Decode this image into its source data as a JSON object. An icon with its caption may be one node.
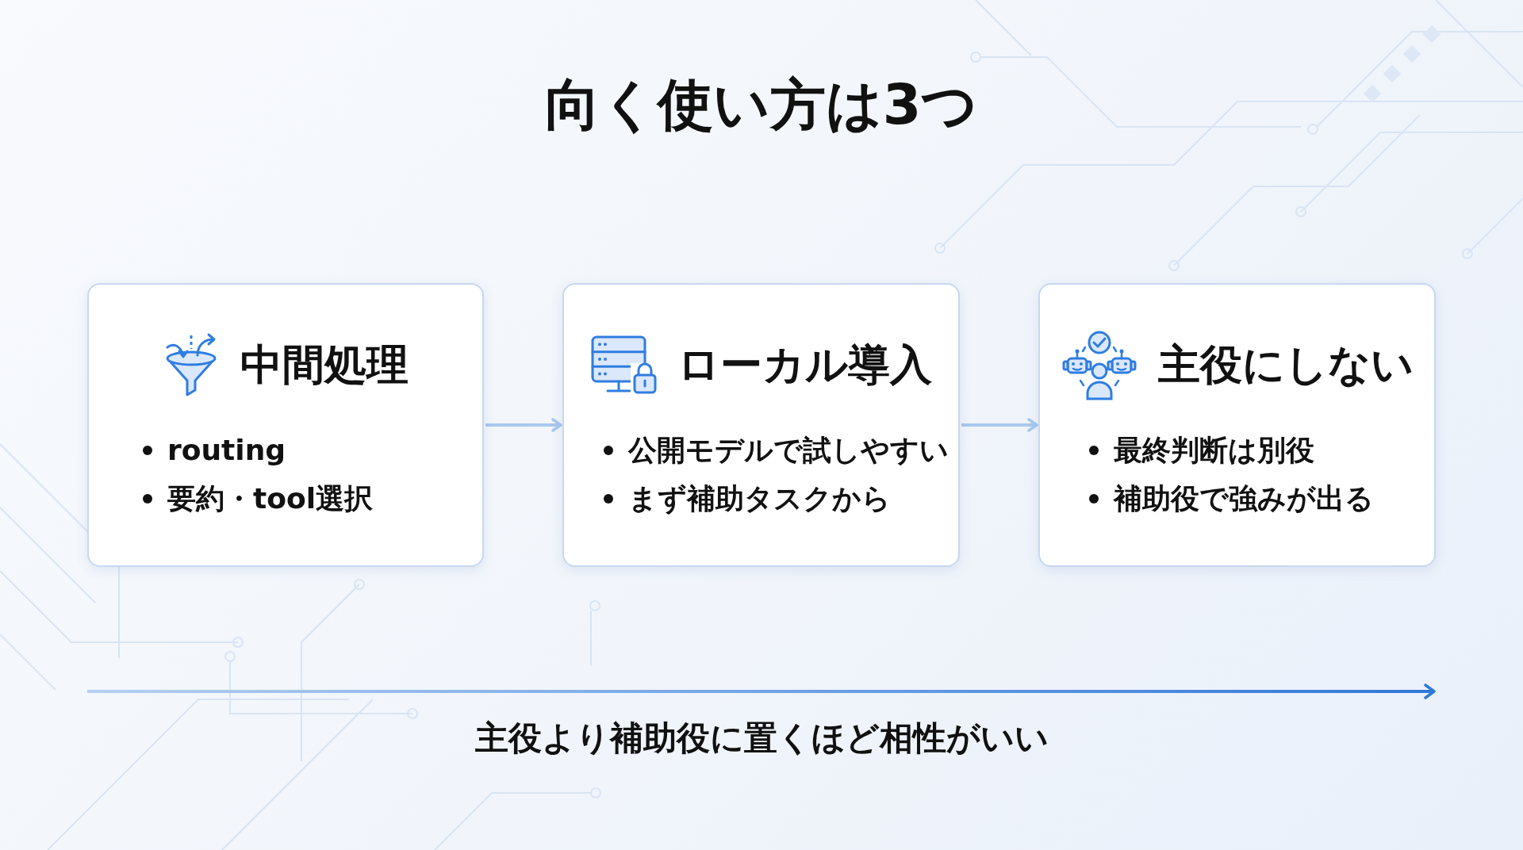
{
  "diagram": {
    "title": "向く使い方は3つ",
    "nodes": [
      {
        "text": [
          "中間処理",
          "routing",
          "要約・tool選択"
        ]
      },
      {
        "text": [
          "ローカル導入",
          "公開モデルで試しやすい",
          "まず補助タスクから"
        ]
      },
      {
        "text": [
          "主役にしない",
          "最終判断は別役",
          "補助役で強みが出る"
        ]
      }
    ],
    "edges": [
      {
        "from": 0,
        "to": 1,
        "arrow": "to"
      },
      {
        "from": 1,
        "to": 2,
        "arrow": "to"
      }
    ],
    "labels": [
      "主役より補助役に置くほど相性がいい"
    ]
  }
}
